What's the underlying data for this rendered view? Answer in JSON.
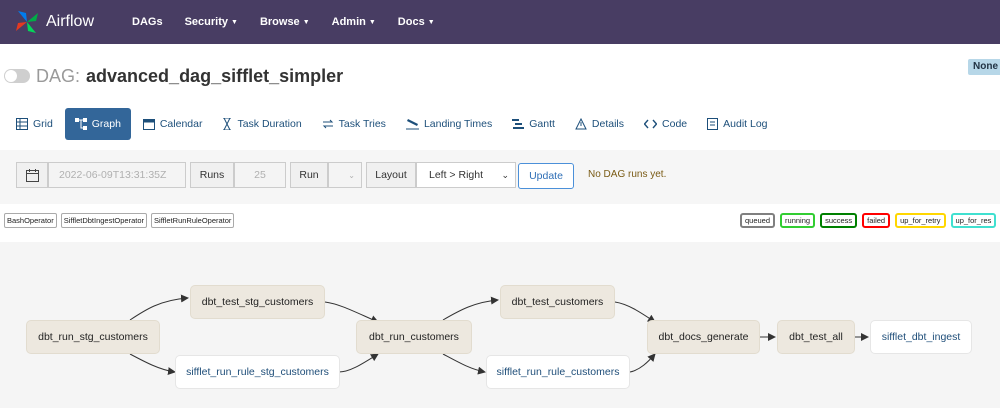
{
  "navbar": {
    "brand": "Airflow",
    "items": [
      {
        "label": "DAGs",
        "dropdown": false
      },
      {
        "label": "Security",
        "dropdown": true
      },
      {
        "label": "Browse",
        "dropdown": true
      },
      {
        "label": "Admin",
        "dropdown": true
      },
      {
        "label": "Docs",
        "dropdown": true
      }
    ]
  },
  "header": {
    "prefix": "DAG:",
    "dag_id": "advanced_dag_sifflet_simpler",
    "schedule_badge": "None"
  },
  "tabs": [
    {
      "label": "Grid",
      "icon": "grid-icon",
      "active": false
    },
    {
      "label": "Graph",
      "icon": "graph-icon",
      "active": true
    },
    {
      "label": "Calendar",
      "icon": "calendar-icon",
      "active": false
    },
    {
      "label": "Task Duration",
      "icon": "hourglass-icon",
      "active": false
    },
    {
      "label": "Task Tries",
      "icon": "retry-icon",
      "active": false
    },
    {
      "label": "Landing Times",
      "icon": "plane-landing-icon",
      "active": false
    },
    {
      "label": "Gantt",
      "icon": "gantt-icon",
      "active": false
    },
    {
      "label": "Details",
      "icon": "warning-triangle-icon",
      "active": false
    },
    {
      "label": "Code",
      "icon": "code-icon",
      "active": false
    },
    {
      "label": "Audit Log",
      "icon": "audit-log-icon",
      "active": false
    }
  ],
  "controls": {
    "date_value": "2022-06-09T13:31:35Z",
    "runs_label": "Runs",
    "runs_value": "25",
    "run_label": "Run",
    "layout_label": "Layout",
    "layout_value": "Left > Right",
    "update_label": "Update",
    "status_message": "No DAG runs yet."
  },
  "operator_legend": [
    "BashOperator",
    "SiffletDbtIngestOperator",
    "SiffletRunRuleOperator"
  ],
  "state_legend": [
    {
      "label": "queued",
      "color": "#808080"
    },
    {
      "label": "running",
      "color": "#32cd32"
    },
    {
      "label": "success",
      "color": "#008000"
    },
    {
      "label": "failed",
      "color": "#ff0000"
    },
    {
      "label": "up_for_retry",
      "color": "#ffd700"
    },
    {
      "label": "up_for_res",
      "color": "#40e0d0"
    }
  ],
  "graph": {
    "nodes": [
      {
        "id": "dbt_run_stg_customers",
        "label": "dbt_run_stg_customers",
        "operator": "BashOperator"
      },
      {
        "id": "dbt_test_stg_customers",
        "label": "dbt_test_stg_customers",
        "operator": "BashOperator"
      },
      {
        "id": "sifflet_run_rule_stg_customers",
        "label": "sifflet_run_rule_stg_customers",
        "operator": "SiffletRunRuleOperator"
      },
      {
        "id": "dbt_run_customers",
        "label": "dbt_run_customers",
        "operator": "BashOperator"
      },
      {
        "id": "dbt_test_customers",
        "label": "dbt_test_customers",
        "operator": "BashOperator"
      },
      {
        "id": "sifflet_run_rule_customers",
        "label": "sifflet_run_rule_customers",
        "operator": "SiffletRunRuleOperator"
      },
      {
        "id": "dbt_docs_generate",
        "label": "dbt_docs_generate",
        "operator": "BashOperator"
      },
      {
        "id": "dbt_test_all",
        "label": "dbt_test_all",
        "operator": "BashOperator"
      },
      {
        "id": "sifflet_dbt_ingest",
        "label": "sifflet_dbt_ingest",
        "operator": "SiffletDbtIngestOperator"
      }
    ]
  }
}
